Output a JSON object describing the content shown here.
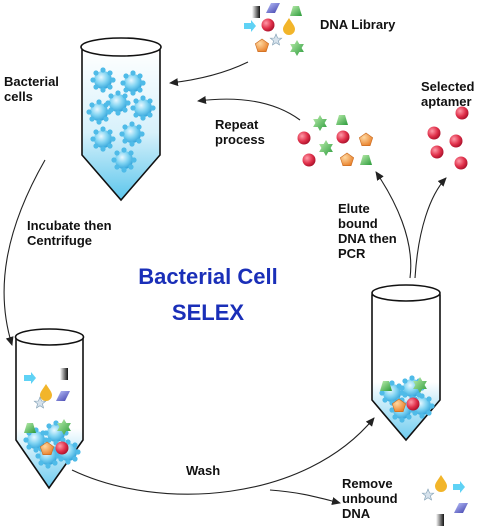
{
  "title": {
    "line1": "Bacterial Cell",
    "line2": "SELEX"
  },
  "labels": {
    "dna_library": "DNA  Library",
    "bacterial_cells": "Bacterial\ncells",
    "repeat_process": "Repeat\nprocess",
    "selected_aptamer": "Selected\naptamer",
    "incubate": "Incubate then\nCentrifuge",
    "elute": "Elute\nbound\nDNA then\nPCR",
    "wash": "Wash",
    "remove_unbound": "Remove\nunbound\nDNA"
  },
  "colors": {
    "title": "#1a2fb8",
    "cell": "#3fb4e8",
    "aptamer": "#e0304a",
    "arrow": "#222222"
  },
  "icons": [
    "tube-icon",
    "bacterial-cell-icon",
    "aptamer-sphere-icon",
    "dna-library-molecule-icon",
    "process-arrow-icon"
  ]
}
